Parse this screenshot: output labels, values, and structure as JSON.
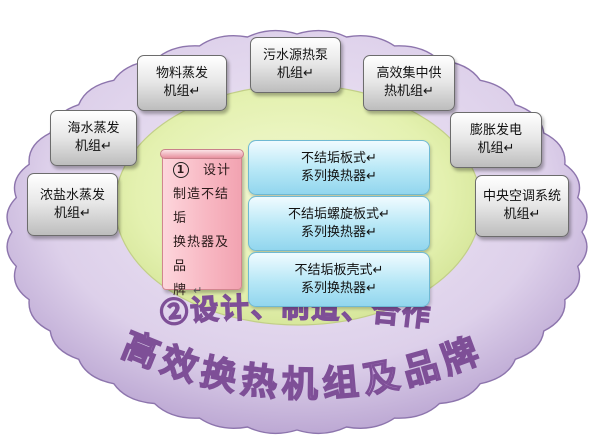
{
  "outer_nodes": [
    {
      "id": "brine",
      "label": "浓盐水蒸发\n机组↵"
    },
    {
      "id": "seawater",
      "label": "海水蒸发\n机组↵"
    },
    {
      "id": "material",
      "label": "物料蒸发\n机组↵"
    },
    {
      "id": "sewage",
      "label": "污水源热泵\n机组↵"
    },
    {
      "id": "central-heat",
      "label": "高效集中供\n热机组↵"
    },
    {
      "id": "expansion",
      "label": "膨胀发电\n机组↵"
    },
    {
      "id": "ac",
      "label": "中央空调系统\n机组↵"
    }
  ],
  "center_scroll": {
    "number": "1",
    "text_first": "设计",
    "text_rest": "制造不结垢\n换热器及品\n牌",
    "mark": "↵"
  },
  "inner_nodes": [
    {
      "id": "plate",
      "label": "不结垢板式↵\n系列换热器↵"
    },
    {
      "id": "spiral",
      "label": "不结垢螺旋板式↵\n系列换热器↵"
    },
    {
      "id": "shell",
      "label": "不结垢板壳式↵\n系列换热器↵"
    }
  ],
  "arc_title": "②设计、制造、合作",
  "arc_subtitle": "高效换热机组及品牌",
  "colors": {
    "outer_fill": "#ddd0ea",
    "outer_stroke": "#8d75ad",
    "inner_fill": "#e4f1b0",
    "inner_stroke": "#c2cf88",
    "scroll_fill": "#f8b8c3",
    "blue_box": "#b6e7f6",
    "arc_text_fill": "#c39dd6",
    "arc_text_stroke": "#7e4f97"
  }
}
